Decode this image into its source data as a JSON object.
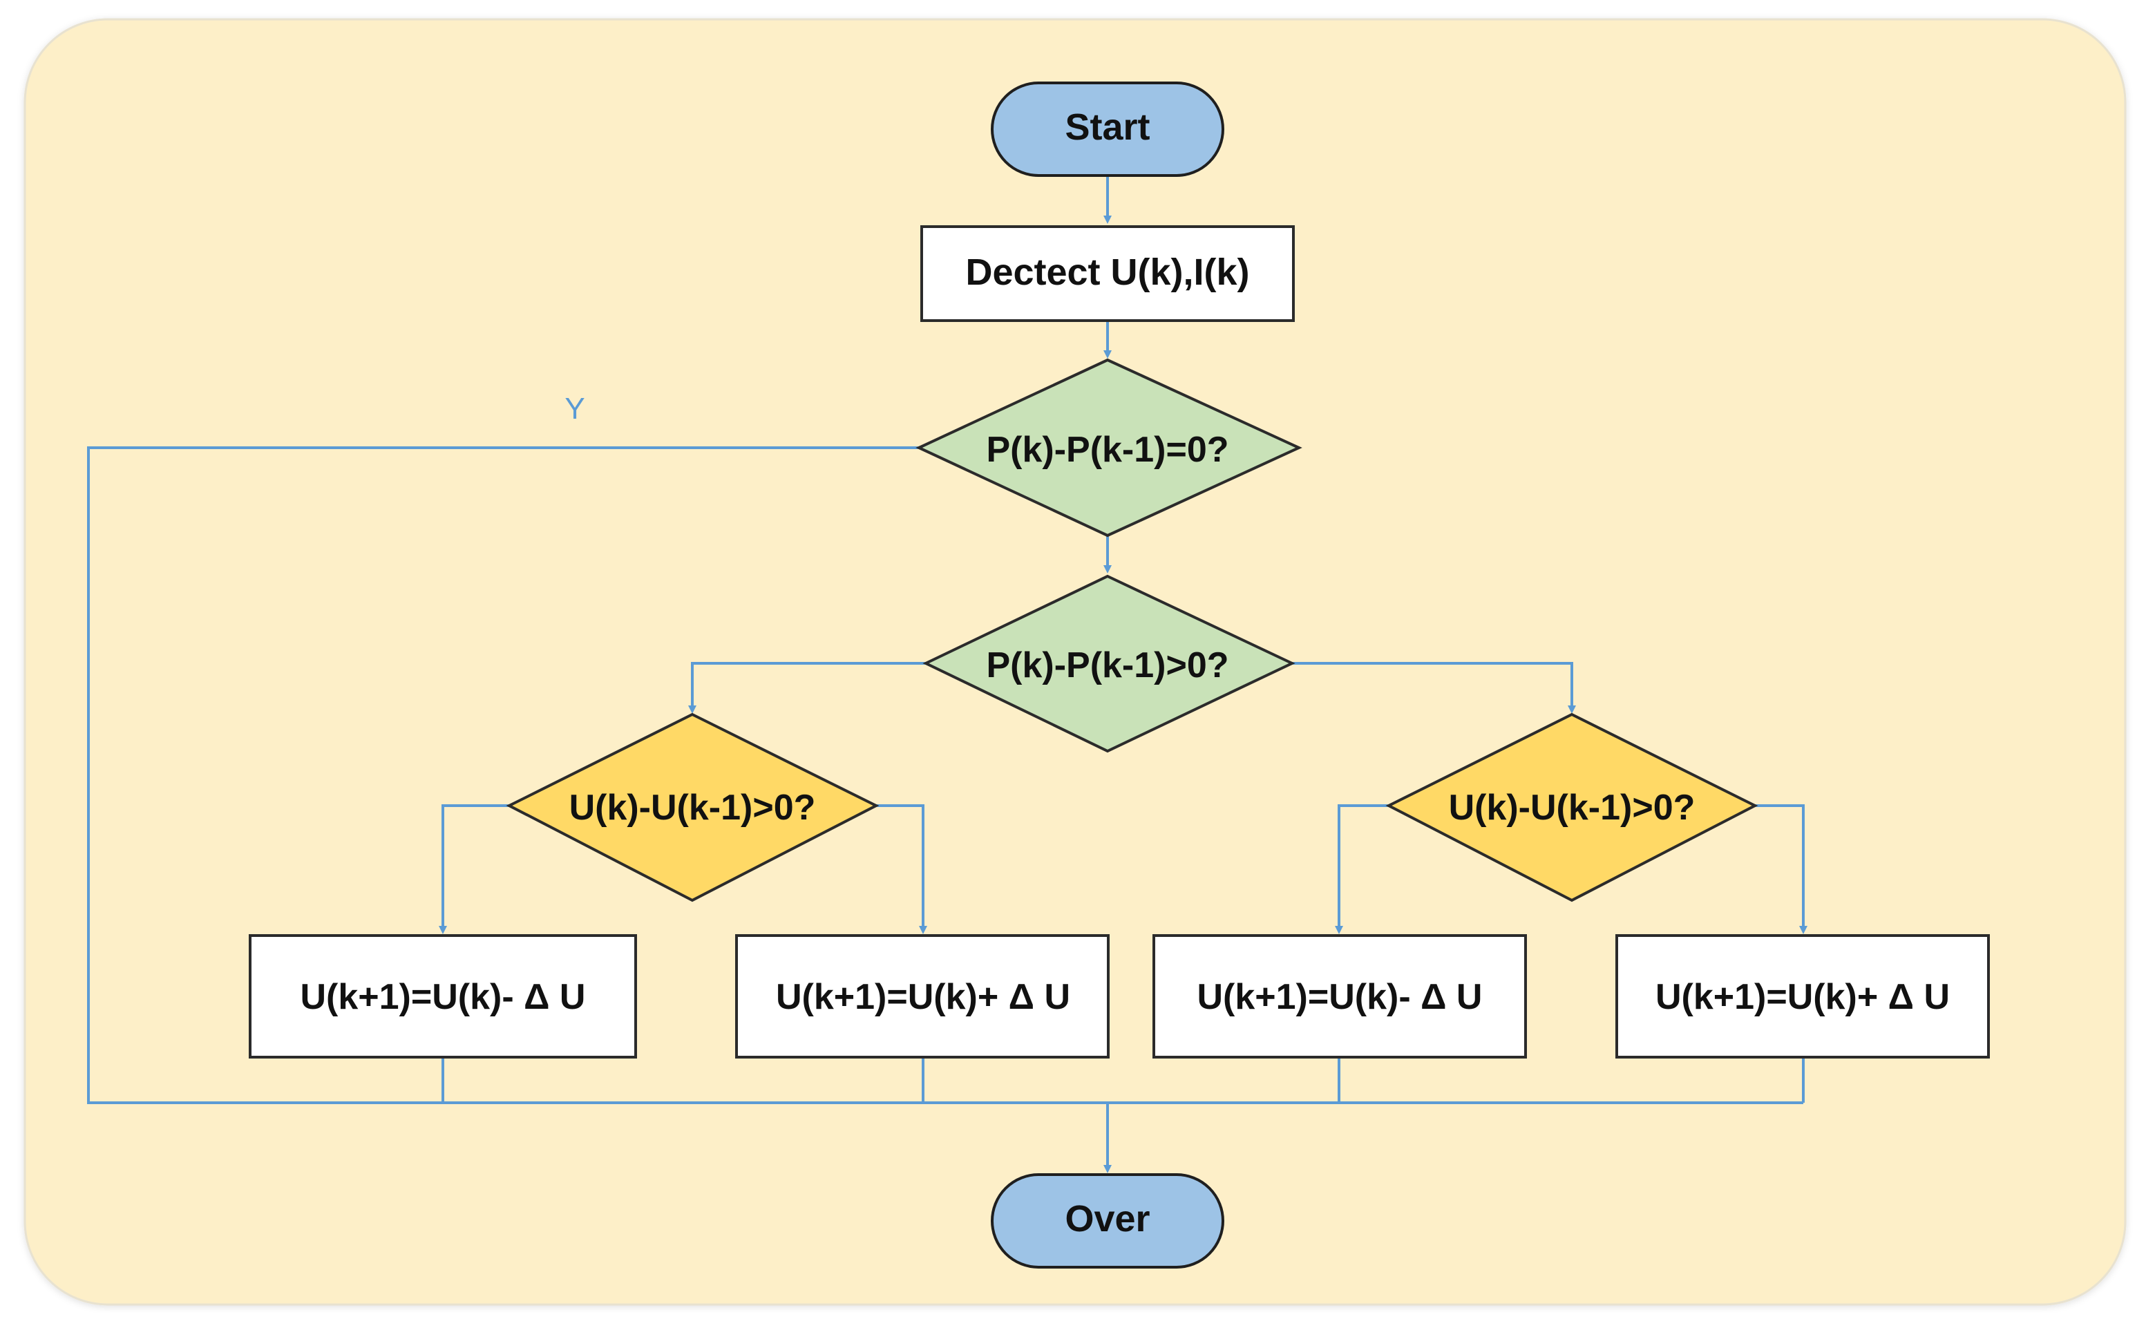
{
  "colors": {
    "background_panel": "#FDEFC8",
    "panel_border": "#E6E6E6",
    "terminal_fill": "#9DC3E6",
    "terminal_stroke": "#1F1F1F",
    "process_fill": "#FFFFFF",
    "process_stroke": "#2B2B2B",
    "decision_green": "#C9E2B8",
    "decision_yellow": "#FFD966",
    "decision_stroke": "#2B2B2B",
    "connector": "#5B9BD5",
    "label_y_color": "#5B9BD5"
  },
  "nodes": {
    "start": "Start",
    "detect": "Dectect U(k),I(k)",
    "check_equal": "P(k)-P(k-1)=0?",
    "check_power": "P(k)-P(k-1)>0?",
    "check_voltage_left": "U(k)-U(k-1)>0?",
    "check_voltage_right": "U(k)-U(k-1)>0?",
    "out_1": "U(k+1)=U(k)- Δ U",
    "out_2": "U(k+1)=U(k)+ Δ U",
    "out_3": "U(k+1)=U(k)- Δ U",
    "out_4": "U(k+1)=U(k)+ Δ U",
    "over": "Over"
  },
  "edge_labels": {
    "yes": "Y"
  },
  "icons": {
    "arrow_heads": "triangle-arrow"
  }
}
